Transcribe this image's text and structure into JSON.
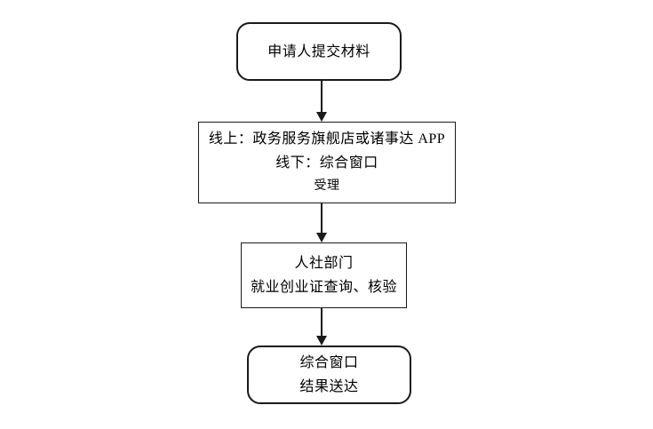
{
  "diagram": {
    "type": "flowchart",
    "direction": "top-down",
    "colors": {
      "background": "#ffffff",
      "border": "#1a1a1a",
      "text": "#000000",
      "arrow": "#1a1a1a"
    },
    "nodes": [
      {
        "id": "applicant-submit",
        "shape": "rounded-rectangle",
        "lines": {
          "0": "申请人提交材料"
        }
      },
      {
        "id": "acceptance-channels",
        "shape": "rectangle",
        "lines": {
          "0": "线上：政务服务旗舰店或诸事达 APP",
          "1": "线下：综合窗口",
          "2": "受理"
        }
      },
      {
        "id": "hr-department-check",
        "shape": "rectangle",
        "lines": {
          "0": "人社部门",
          "1": "就业创业证查询、核验"
        }
      },
      {
        "id": "result-delivery",
        "shape": "rounded-rectangle",
        "lines": {
          "0": "综合窗口",
          "1": "结果送达"
        }
      }
    ],
    "edges": [
      {
        "from": "applicant-submit",
        "to": "acceptance-channels",
        "style": "solid-arrow"
      },
      {
        "from": "acceptance-channels",
        "to": "hr-department-check",
        "style": "solid-arrow"
      },
      {
        "from": "hr-department-check",
        "to": "result-delivery",
        "style": "solid-arrow"
      }
    ]
  }
}
